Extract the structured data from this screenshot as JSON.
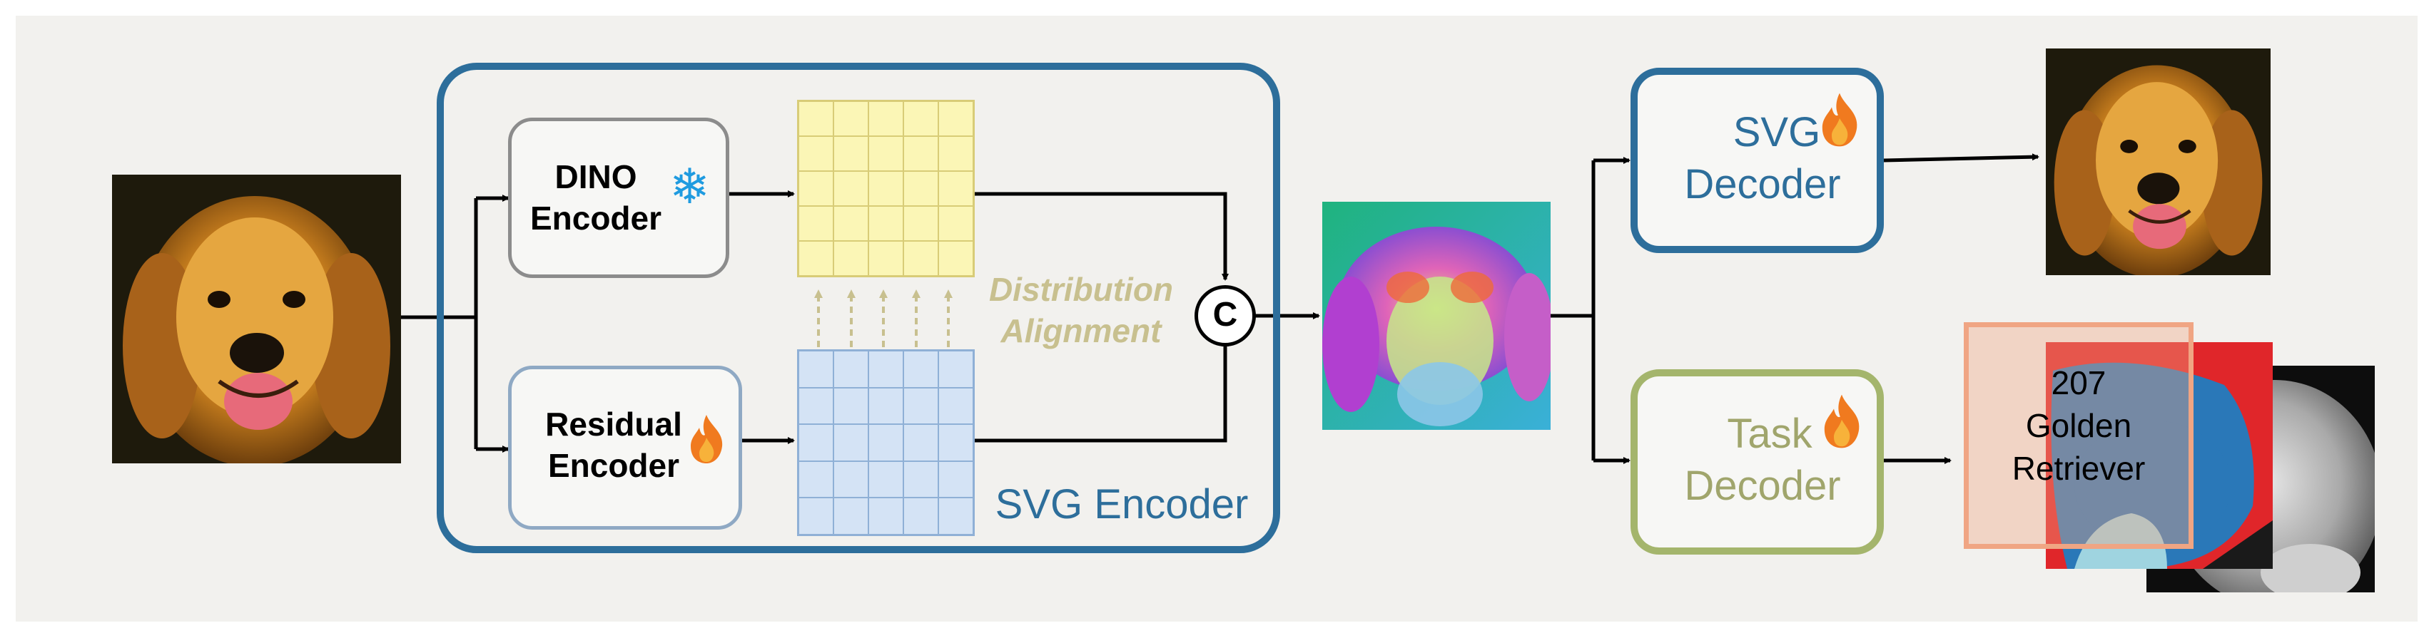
{
  "input_image": {
    "subject": "golden retriever photo"
  },
  "svg_encoder": {
    "title": "SVG Encoder",
    "dino_encoder": {
      "line1": "DINO",
      "line2": "Encoder",
      "status_icon": "snowflake-icon"
    },
    "residual_encoder": {
      "line1": "Residual",
      "line2": "Encoder",
      "status_icon": "fire-icon"
    },
    "alignment_label": {
      "line1": "Distribution",
      "line2": "Alignment"
    },
    "concat_symbol": "C"
  },
  "latent_map": {
    "subject": "colorful feature visualization"
  },
  "svg_decoder": {
    "line1": "SVG",
    "line2": "Decoder",
    "status_icon": "fire-icon"
  },
  "task_decoder": {
    "line1": "Task",
    "line2": "Decoder",
    "status_icon": "fire-icon"
  },
  "outputs": {
    "reconstruction": {
      "subject": "reconstructed golden retriever photo"
    },
    "classification": {
      "line1": "207",
      "line2": "Golden",
      "line3": "Retriever"
    }
  },
  "colors": {
    "encoder_border": "#2d6e9b",
    "task_border": "#a4b56c",
    "dino_grid": "#fbf6b6",
    "residual_grid": "#d4e3f5",
    "alignment_text": "#c8c08f"
  }
}
